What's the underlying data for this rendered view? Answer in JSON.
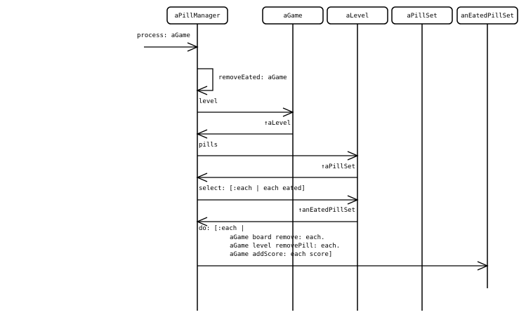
{
  "participants": [
    {
      "label": "aPillManager"
    },
    {
      "label": "aGame"
    },
    {
      "label": "aLevel"
    },
    {
      "label": "aPillSet"
    },
    {
      "label": "anEatedPillSet"
    }
  ],
  "messages": [
    {
      "label": "process: aGame"
    },
    {
      "label": "removeEated: aGame"
    },
    {
      "label": "level"
    },
    {
      "label": "↑aLevel"
    },
    {
      "label": "pills"
    },
    {
      "label": "↑aPillSet"
    },
    {
      "label": "select: [:each | each eated]"
    },
    {
      "label": "↑anEatedPillSet"
    },
    {
      "label_lines": [
        "do: [:each |",
        "aGame board remove: each.",
        "aGame level removePill: each.",
        "aGame addScore: each score]"
      ]
    }
  ]
}
